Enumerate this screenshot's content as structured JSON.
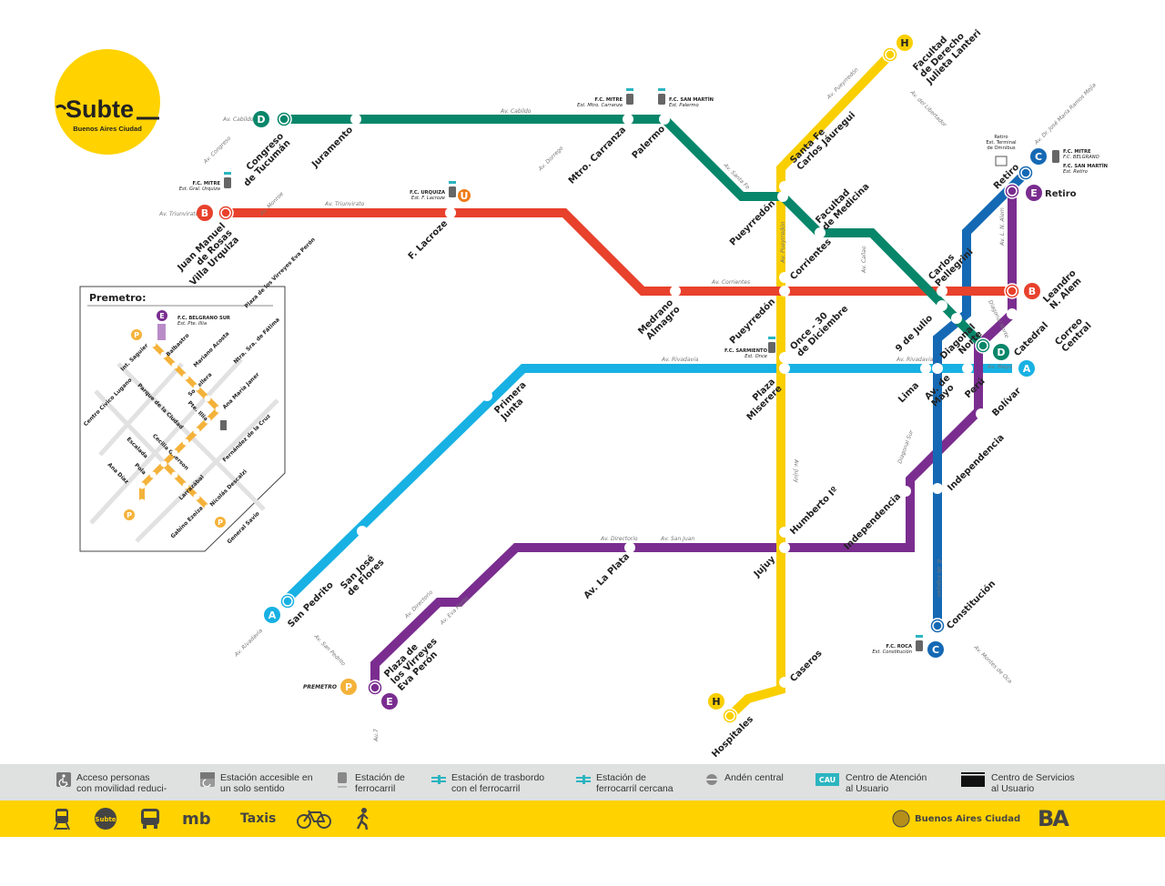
{
  "logo": {
    "title": "Subte",
    "subtitle": "Buenos Aires Ciudad"
  },
  "colors": {
    "A": "#18b1e3",
    "B": "#e8412c",
    "C": "#1569b4",
    "D": "#08866a",
    "E": "#7a2d8f",
    "H": "#f9cf00",
    "P": "#f4b23a",
    "U": "#ef7b17",
    "legend_bg": "#dfe0e0",
    "footer_bg": "#ffd200"
  },
  "badges": {
    "A": "A",
    "B": "B",
    "C": "C",
    "D": "D",
    "E": "E",
    "H": "H",
    "P": "P",
    "U": "U"
  },
  "stations": {
    "D": [
      {
        "lines": [
          "Congreso",
          "de Tucumán"
        ]
      },
      {
        "lines": [
          "Juramento"
        ]
      },
      {
        "lines": [
          "Mtro. Carranza"
        ]
      },
      {
        "lines": [
          "Palermo"
        ]
      },
      {
        "lines": [
          "Pueyrredón"
        ]
      },
      {
        "lines": [
          "Facultad",
          "de Medicina"
        ]
      },
      {
        "lines": [
          "9 de Julio"
        ]
      },
      {
        "lines": [
          "Catedral"
        ]
      }
    ],
    "B": [
      {
        "lines": [
          "Juan Manuel",
          "de Rosas",
          "Villa Urquiza"
        ]
      },
      {
        "lines": [
          "F. Lacroze"
        ]
      },
      {
        "lines": [
          "Medrano",
          "Almagro"
        ]
      },
      {
        "lines": [
          "Pueyrredón"
        ]
      },
      {
        "lines": [
          "Carlos",
          "Pellegrini"
        ]
      },
      {
        "lines": [
          "Leandro",
          "N. Alem"
        ]
      }
    ],
    "H": [
      {
        "lines": [
          "Facultad",
          "de Derecho",
          "Julieta Lanteri"
        ]
      },
      {
        "lines": [
          "Santa Fe",
          "Carlos Jáuregui"
        ]
      },
      {
        "lines": [
          "Corrientes"
        ]
      },
      {
        "lines": [
          "Once - 30",
          "de Diciembre"
        ]
      },
      {
        "lines": [
          "Humberto Iº"
        ]
      },
      {
        "lines": [
          "Caseros"
        ]
      },
      {
        "lines": [
          "Hospitales"
        ]
      }
    ],
    "A": [
      {
        "lines": [
          "San Pedrito"
        ]
      },
      {
        "lines": [
          "San José",
          "de Flores"
        ]
      },
      {
        "lines": [
          "Primera",
          "Junta"
        ]
      },
      {
        "lines": [
          "Plaza",
          "Miserere"
        ]
      },
      {
        "lines": [
          "Lima"
        ]
      },
      {
        "lines": [
          "Av. de",
          "Mayo"
        ]
      },
      {
        "lines": [
          "Perú"
        ]
      }
    ],
    "E": [
      {
        "lines": [
          "Plaza de",
          "los Virreyes",
          "Eva Perón"
        ]
      },
      {
        "lines": [
          "Av. La Plata"
        ]
      },
      {
        "lines": [
          "Jujuy"
        ]
      },
      {
        "lines": [
          "Independencia"
        ]
      },
      {
        "lines": [
          "Bolívar"
        ]
      },
      {
        "lines": [
          "Correo",
          "Central"
        ]
      },
      {
        "lines": [
          "Retiro"
        ]
      }
    ],
    "C": [
      {
        "lines": [
          "Retiro"
        ]
      },
      {
        "lines": [
          "Diagonal",
          "Norte"
        ]
      },
      {
        "lines": [
          "Independencia"
        ]
      },
      {
        "lines": [
          "Constitución"
        ]
      }
    ]
  },
  "streets": [
    "Av. Cabildo",
    "Av. Cabildo",
    "Av. Congreso",
    "Av. Monroe",
    "Av. Triunvirato",
    "Av. Triunvirato",
    "Av. Dorrego",
    "Av. Santa Fe",
    "Av. Pueyrredón",
    "Av. del Libertador",
    "Av. Pueyrredón",
    "Av. Corrientes",
    "Av. Callao",
    "Av. L. N. Alem",
    "Av. Dr. José María Ramos Mejía",
    "Av. Rivadavia",
    "Av. Rivadavia",
    "Av. Mayo",
    "Diagonal Norte",
    "Diagonal Sur",
    "Av. Jujuy",
    "Av. Directorio",
    "Av. San Juan",
    "Av. Directorio",
    "Av. Eva Perón",
    "Av. Rivadavia",
    "Av. San Pedrito",
    "B. de Irigoyen",
    "Av. Montes de Oca",
    "Au.7"
  ],
  "rail": [
    {
      "line": "F.C. MITRE",
      "station": "Est. Mtro. Carranza"
    },
    {
      "line": "F.C. SAN MARTÍN",
      "station": "Est. Palermo"
    },
    {
      "line": "F.C. MITRE",
      "station": "Est. Gral. Urquiza"
    },
    {
      "line": "F.C. URQUIZA",
      "station": "Est. F. Lacroze"
    },
    {
      "line": "F.C. SARMIENTO",
      "station": "Est. Once"
    },
    {
      "line": "F.C. ROCA",
      "station": "Est. Constitución"
    },
    {
      "line": "F.C. MITRE",
      "station": "F.C. BELGRANO"
    },
    {
      "line": "F.C. SAN MARTÍN",
      "station": "Est. Retiro"
    }
  ],
  "bus_terminal": [
    "Retiro",
    "Est. Terminal",
    "de Omnibus"
  ],
  "premetro_label": "PREMETRO",
  "premetro": {
    "title": "Premetro:",
    "stations": [
      "Int. Saguier",
      "Balbastro",
      "Mariano Acosta",
      "Somellera",
      "Ana María Janer",
      "Ntra. Sra. de Fátima",
      "Fernández de la Cruz",
      "Pte. Illia",
      "Parque de la Ciudad",
      "Cecilia Grierson",
      "Escalada",
      "Pola",
      "Larrazábal",
      "Ana Díaz",
      "Nicolás Descalzi",
      "Gabino Ezeiza",
      "Centro Cívico Lugano",
      "General Savio",
      "Plaza de los Virreyes Eva Perón"
    ],
    "rail": {
      "line": "F.C. BELGRANO SUR",
      "station": "Est. Pte. Illia"
    }
  },
  "legend": [
    {
      "icon": "accessible-icon",
      "text": [
        "Acceso personas",
        "con movilidad reduci-"
      ]
    },
    {
      "icon": "accessible-one-way-icon",
      "text": [
        "Estación accesible en",
        "un solo sentido"
      ]
    },
    {
      "icon": "train-icon",
      "text": [
        "Estación de",
        "ferrocarril"
      ]
    },
    {
      "icon": "rail-transfer-icon",
      "text": [
        "Estación de trasbordo",
        "con el ferrocarril"
      ]
    },
    {
      "icon": "rail-nearby-icon",
      "text": [
        "Estación de",
        "ferrocarril cercana"
      ]
    },
    {
      "icon": "central-platform-icon",
      "text": [
        "Andén central"
      ]
    },
    {
      "icon": "cau-icon",
      "text": [
        "Centro de Atención",
        "al Usuario"
      ]
    },
    {
      "icon": "service-center-icon",
      "text": [
        "Centro de Servicios",
        "al Usuario"
      ]
    }
  ],
  "cau_badge": "CAU",
  "footer": {
    "subte": "Subte",
    "metrobus": "mb",
    "taxis": "Taxis",
    "city": "Buenos Aires Ciudad",
    "ba": "BA"
  }
}
